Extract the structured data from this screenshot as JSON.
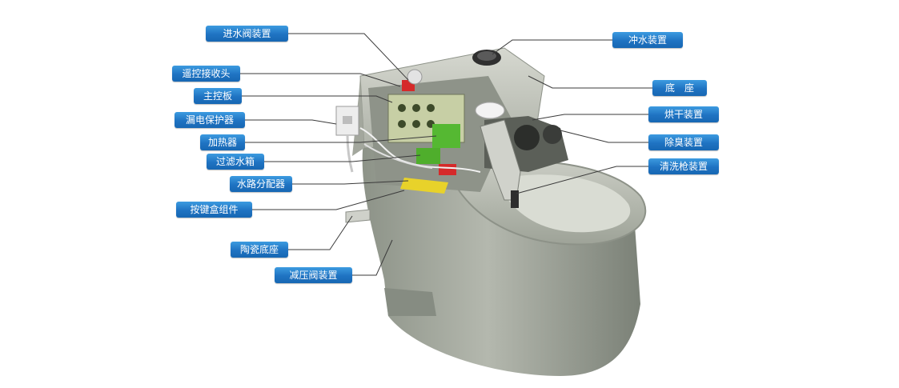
{
  "labels": {
    "inlet_valve": "进水阀装置",
    "remote_receiver": "遥控接收头",
    "main_board": "主控板",
    "leakage_protector": "漏电保护器",
    "heater": "加热器",
    "filter_tank": "过滤水箱",
    "water_distributor": "水路分配器",
    "button_box": "按键盒组件",
    "ceramic_base": "陶瓷底座",
    "pressure_valve": "减压阀装置",
    "flush_device": "冲水装置",
    "base_seat": "底　座",
    "dryer": "烘干装置",
    "deodorizer": "除臭装置",
    "nozzle": "清洗枪装置"
  },
  "colors": {
    "label_blue": "#1f73c2",
    "body_gray": "#9aa096",
    "board_green": "#55b832",
    "valve_red": "#d52a2a",
    "distributor_yellow": "#e8d22a"
  }
}
